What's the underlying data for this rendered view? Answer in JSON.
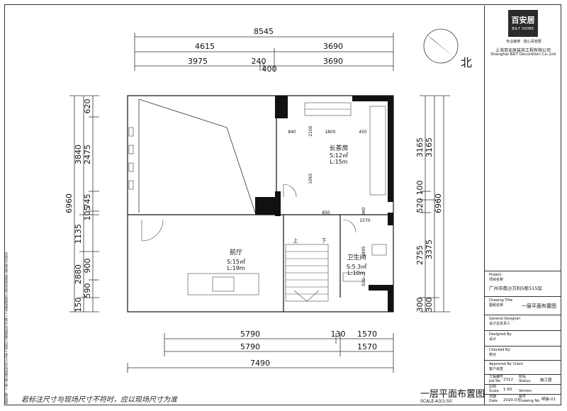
{
  "dims_top": {
    "total": "8545",
    "row2": [
      "4615",
      "3690"
    ],
    "row3": [
      "3975",
      "240",
      "400",
      "3690"
    ]
  },
  "dims_left": {
    "total": "6960",
    "row2": [
      "3840",
      "1135",
      "2880",
      "150"
    ],
    "row3": [
      "620",
      "2475",
      "745",
      "105",
      "900",
      "590"
    ]
  },
  "dims_right": {
    "total": "6960",
    "row2": [
      "3165",
      "3375",
      "300"
    ],
    "row3": [
      "3165",
      "100",
      "520",
      "2755",
      "300"
    ]
  },
  "dims_bottom": {
    "row1": [
      "5790",
      "130",
      "1570"
    ],
    "row2": [
      "5790",
      "1570"
    ],
    "total": "7490"
  },
  "interior_dims": [
    "840",
    "2100",
    "1800",
    "450",
    "1065",
    "850",
    "960",
    "1570",
    "1495",
    "920"
  ],
  "rooms": {
    "tea_room": {
      "name": "长茶房",
      "s": "S:12㎡",
      "l": "L:15m"
    },
    "front_hall": {
      "name": "前厅",
      "s": "S:15㎡",
      "l": "L:19m"
    },
    "bathroom": {
      "name": "卫生间",
      "s": "S:5.3㎡",
      "l": "L:10m"
    }
  },
  "stairs": {
    "up": "上",
    "down": "下"
  },
  "north_label": "北",
  "note": "若标注尺寸与现场尺寸不符时，应以现场尺寸为准",
  "sheet_title": "一层平面布置图",
  "scale": "SCALE-A3/1:50",
  "title_block": {
    "logo": "百安居",
    "logo_sub": "B&T HOME",
    "slogan": "专业装修 · 放心百安居",
    "company_cn": "上海百安居装饰工程有限公司",
    "company_en": "Shanghai B&T Decoration Co.,Ltd",
    "project_label_en": "Project:",
    "project_label_cn": "项目名称",
    "project_value": "广州市南沙万科5栋515房",
    "drawing_title_en": "Drawing Title",
    "drawing_title_cn": "图纸名称",
    "drawing_title_value": "一层平面布置图",
    "general_designer_en": "General Designer:",
    "general_designer_cn": "设计总负责人",
    "designed_by_en": "Designed By:",
    "designed_by_cn": "设计",
    "checked_by_en": "Checked By:",
    "checked_by_cn": "校对",
    "approved_en": "Approved By Client",
    "approved_cn": "客户会签",
    "job_no_label": "工程编号",
    "job_no_en": "Job No.",
    "job_no_value": "2312",
    "status_label": "阶段",
    "status_en": "Status.",
    "status_value": "施工图",
    "scale_label": "比例",
    "scale_en": "Scale.",
    "scale_value": "1:50",
    "version_label": "Version",
    "date_label": "日期",
    "date_en": "Date.",
    "date_value": "2020.07",
    "drawing_no_label": "图号",
    "drawing_no_en": "Drawing No.",
    "drawing_no_value": "明装-01"
  },
  "side_strip_text": "图纸说明：1.施工图以图纸标注尺寸为准 2.现场尺寸需复核后方可施工 3.本图纸版权归上海百安居装饰工程有限公司所有"
}
